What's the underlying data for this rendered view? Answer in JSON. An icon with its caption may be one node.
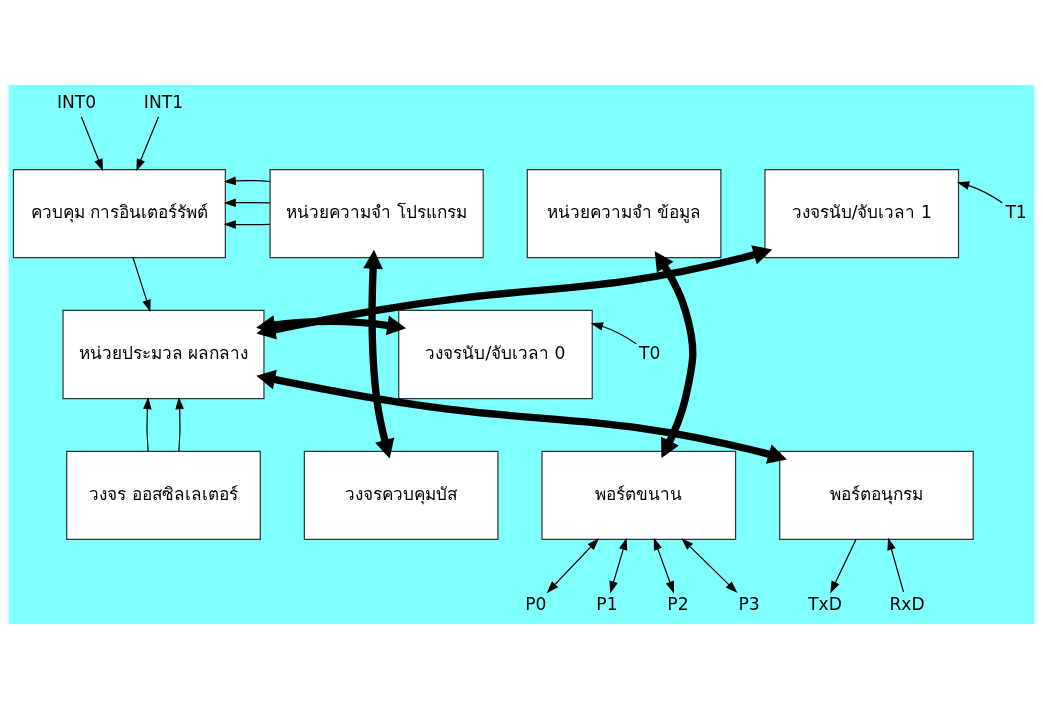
{
  "diagram": {
    "nodes": [
      {
        "text": [
          "INT0"
        ]
      },
      {
        "text": [
          "INT1"
        ]
      },
      {
        "text": [
          "ควบคุม การอินเตอร์รัพต์"
        ]
      },
      {
        "text": [
          "หน่วยความจำ โปรแกรม"
        ]
      },
      {
        "text": [
          "หน่วยความจำ ข้อมูล"
        ]
      },
      {
        "text": [
          "วงจรนับ/จับเวลา 1"
        ]
      },
      {
        "text": [
          "T1"
        ]
      },
      {
        "text": [
          "หน่วยประมวล ผลกลาง"
        ]
      },
      {
        "text": [
          "วงจรนับ/จับเวลา 0"
        ]
      },
      {
        "text": [
          "T0"
        ]
      },
      {
        "text": [
          "วงจร ออสซิลเลเตอร์"
        ]
      },
      {
        "text": [
          "วงจรควบคุมบัส"
        ]
      },
      {
        "text": [
          "พอร์ตขนาน"
        ]
      },
      {
        "text": [
          "พอร์ตอนุกรม"
        ]
      },
      {
        "text": [
          "P0"
        ]
      },
      {
        "text": [
          "P1"
        ]
      },
      {
        "text": [
          "P2"
        ]
      },
      {
        "text": [
          "P3"
        ]
      },
      {
        "text": [
          "TxD"
        ]
      },
      {
        "text": [
          "RxD"
        ]
      }
    ],
    "edges": [
      {
        "from": 0,
        "to": 2,
        "arrow": "to"
      },
      {
        "from": 1,
        "to": 2,
        "arrow": "to"
      },
      {
        "from": 3,
        "to": 2,
        "arrow": "to"
      },
      {
        "from": 3,
        "to": 2,
        "arrow": "to"
      },
      {
        "from": 3,
        "to": 2,
        "arrow": "to"
      },
      {
        "from": 2,
        "to": 7,
        "arrow": "to"
      },
      {
        "from": 10,
        "to": 7,
        "arrow": "to"
      },
      {
        "from": 10,
        "to": 7,
        "arrow": "to"
      },
      {
        "from": 7,
        "to": 8,
        "arrow": "both",
        "style": "thick"
      },
      {
        "from": 7,
        "to": 5,
        "arrow": "both",
        "style": "thick"
      },
      {
        "from": 7,
        "to": 13,
        "arrow": "both",
        "style": "thick"
      },
      {
        "from": 3,
        "to": 11,
        "arrow": "both",
        "style": "thick"
      },
      {
        "from": 4,
        "to": 12,
        "arrow": "both",
        "style": "thick"
      },
      {
        "from": 6,
        "to": 5,
        "arrow": "to"
      },
      {
        "from": 9,
        "to": 8,
        "arrow": "to"
      },
      {
        "from": 12,
        "to": 14,
        "arrow": "both"
      },
      {
        "from": 12,
        "to": 15,
        "arrow": "both"
      },
      {
        "from": 12,
        "to": 16,
        "arrow": "both"
      },
      {
        "from": 12,
        "to": 17,
        "arrow": "both"
      },
      {
        "from": 13,
        "to": 18,
        "arrow": "to"
      },
      {
        "from": 19,
        "to": 13,
        "arrow": "to"
      }
    ]
  }
}
